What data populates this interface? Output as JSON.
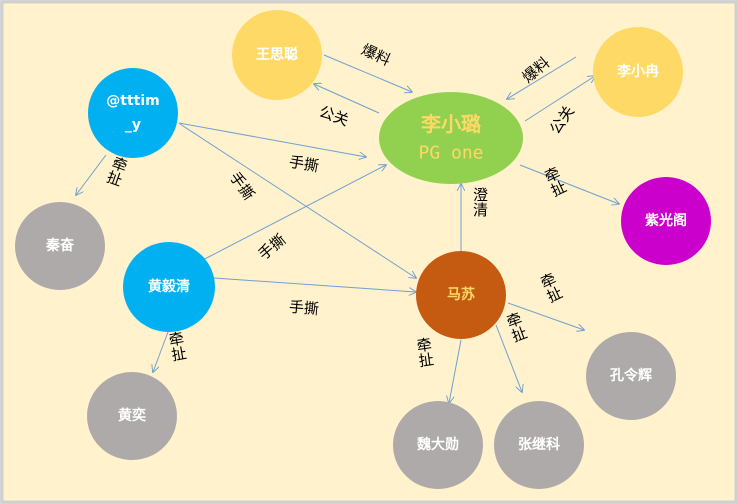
{
  "nodes": {
    "center_name": "李小璐",
    "center_alias": "PG one",
    "wang_sicong": "王思聪",
    "li_xiaoran": "李小冉",
    "tttim_line1": "@tttim",
    "tttim_line2": "_y",
    "zi_guang_ge": "紫光阁",
    "qin_fen": "秦奋",
    "huang_yiqing": "黄毅清",
    "ma_su": "马苏",
    "kong_linghui": "孔令辉",
    "huang_yi": "黄奕",
    "wei_daxun": "魏大勋",
    "zhang_jike": "张继科"
  },
  "edges": {
    "wang_to_center": "爆料",
    "center_to_wang": "公关",
    "liran_to_center": "爆料",
    "center_to_liran": "公关",
    "tttim_to_center": "手撕",
    "tttim_to_masu": "手撕",
    "tttim_to_qinfen": "牵扯",
    "huang_to_center": "手撕",
    "huang_to_masu": "手撕",
    "huang_to_huangyi": "牵扯",
    "masu_to_center": "澄清",
    "center_to_ziguangge": "牵扯",
    "masu_to_kong": "牵扯",
    "masu_to_zhang": "牵扯",
    "masu_to_wei": "牵扯"
  },
  "colors": {
    "background": "#fff2cc",
    "yellow": "#ffd966",
    "blue": "#00b0f0",
    "green": "#92d050",
    "gray": "#aeaaaa",
    "brown": "#c55a11",
    "magenta": "#cc00cc",
    "edge": "#6fa0d0"
  }
}
